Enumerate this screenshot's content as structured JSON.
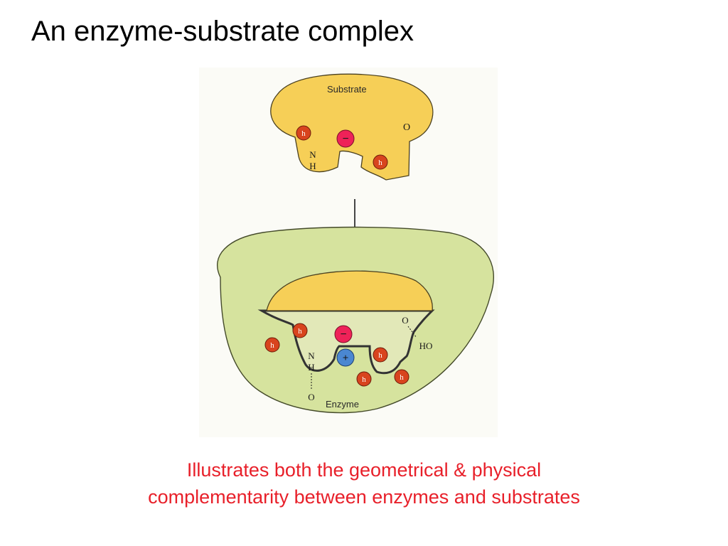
{
  "slide": {
    "title": "An enzyme-substrate complex"
  },
  "diagram": {
    "substrate_label": "Substrate",
    "enzyme_label": "Enzyme",
    "hydrophobic_symbol": "h",
    "negative_symbol": "−",
    "positive_symbol": "+",
    "atom_N": "N",
    "atom_H": "H",
    "atom_O": "O",
    "group_HO": "HO",
    "colors": {
      "substrate_fill": "#f6cf57",
      "enzyme_fill": "#d6e39e",
      "hydrophobic_fill": "#d8441e",
      "negative_fill": "#ee2258",
      "positive_fill": "#4a87d1"
    }
  },
  "caption": {
    "line1": "Illustrates both the geometrical & physical",
    "line2": "complementarity between enzymes and substrates",
    "color": "#e8202a"
  }
}
